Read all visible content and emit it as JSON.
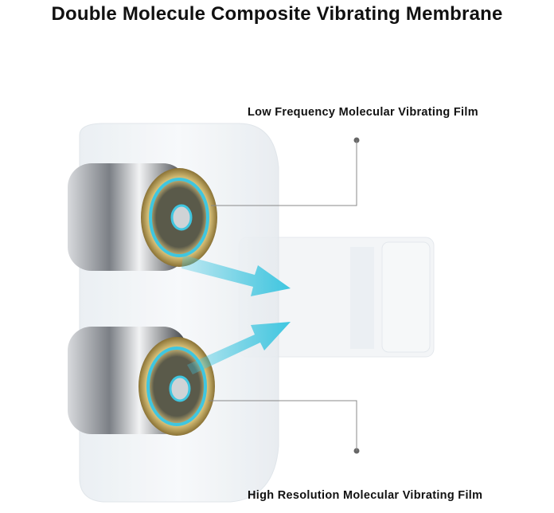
{
  "title": "Double Molecule Composite Vibrating Membrane",
  "labels": {
    "low": "Low Frequency Molecular Vibrating Film",
    "high": "High Resolution Molecular Vibrating Film"
  },
  "colors": {
    "accent": "#3fc6e0",
    "gold": "#c9a84a",
    "line": "#777777"
  }
}
